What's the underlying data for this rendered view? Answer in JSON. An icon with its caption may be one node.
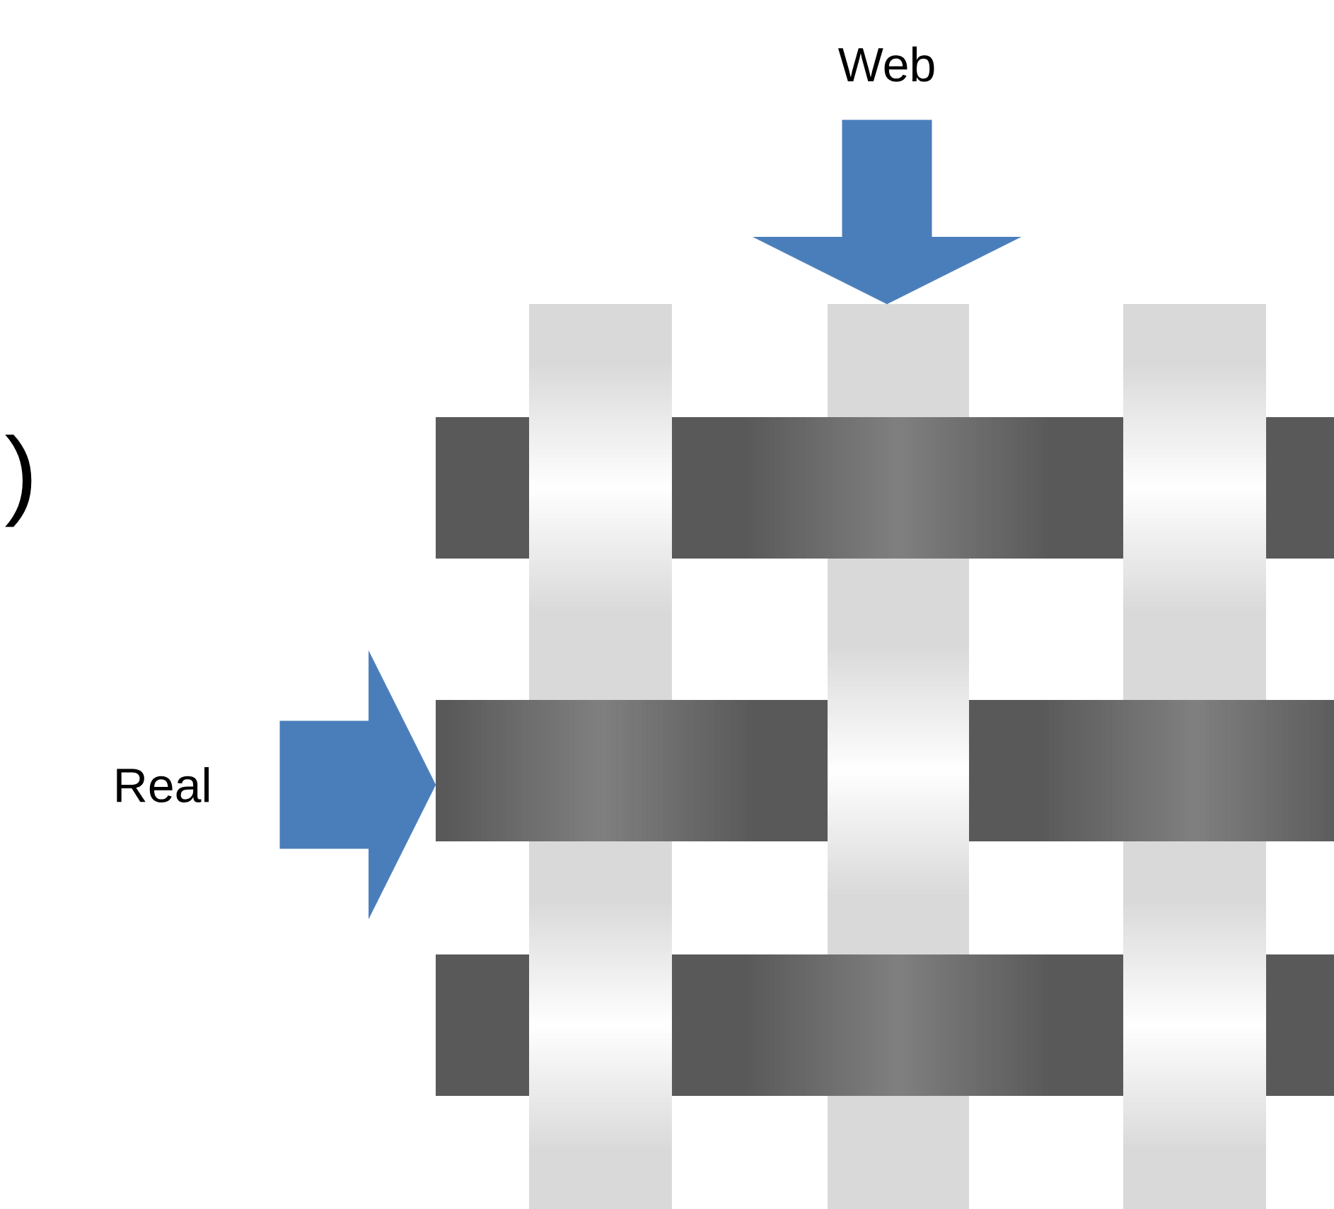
{
  "diagram": {
    "nodes": [
      {
        "text": [
          "Web"
        ]
      },
      {
        "text": [
          "Real"
        ]
      },
      {
        "text": [],
        "shape": "picture"
      }
    ],
    "edges": [
      {
        "from": 0,
        "to": 2,
        "arrow": "to"
      },
      {
        "from": 1,
        "to": 2,
        "arrow": "to"
      }
    ],
    "labels": [
      ")"
    ]
  }
}
